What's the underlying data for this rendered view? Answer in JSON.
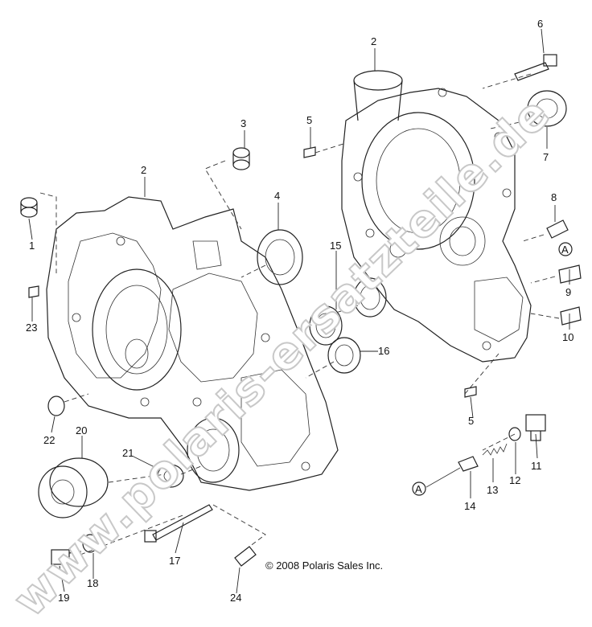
{
  "callouts": {
    "c2_left": "2",
    "c2_top": "2",
    "c3": "3",
    "c4": "4",
    "c5_top": "5",
    "c5_bottom": "5",
    "c6": "6",
    "c7": "7",
    "c8": "8",
    "c9": "9",
    "c10": "10",
    "c11": "11",
    "c12": "12",
    "c13": "13",
    "c14": "14",
    "c15": "15",
    "c16": "16",
    "c17": "17",
    "c18": "18",
    "c19": "19",
    "c20": "20",
    "c21": "21",
    "c22": "22",
    "c23": "23",
    "c24": "24",
    "c1": "1"
  },
  "markers": {
    "a_upper": "A",
    "a_lower": "A"
  },
  "copyright": "© 2008 Polaris Sales Inc.",
  "watermark": "www.polaris-ersatzteile.de"
}
